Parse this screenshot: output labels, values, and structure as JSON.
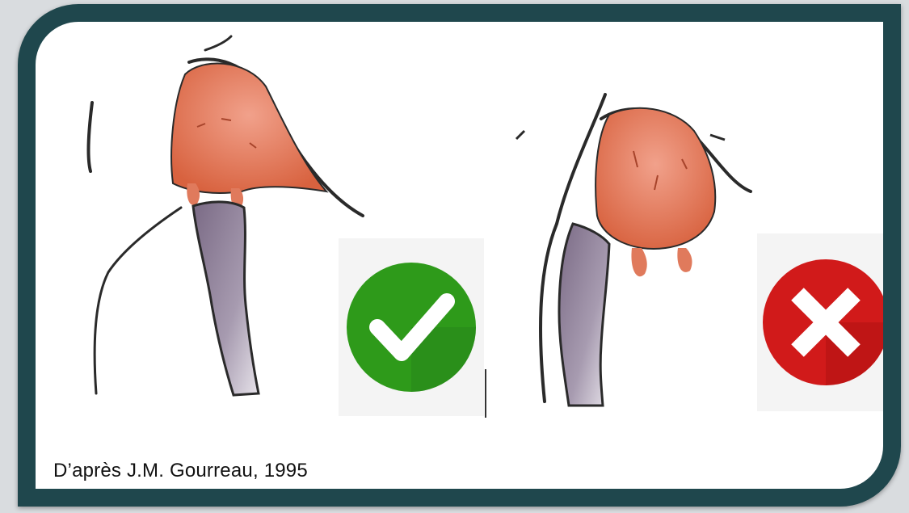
{
  "caption": "D’après J.M. Gourreau, 1995",
  "panels": [
    {
      "verdict": "correct",
      "icon": "check-icon",
      "color": "#2e9a1a"
    },
    {
      "verdict": "incorrect",
      "icon": "cross-icon",
      "color": "#d11a1a"
    }
  ],
  "colors": {
    "frame": "#1f474d",
    "udder": "#e07a5c",
    "udder_dark": "#c9573b",
    "teat_cup": "#8c7e92",
    "outline": "#2a2a2a"
  }
}
